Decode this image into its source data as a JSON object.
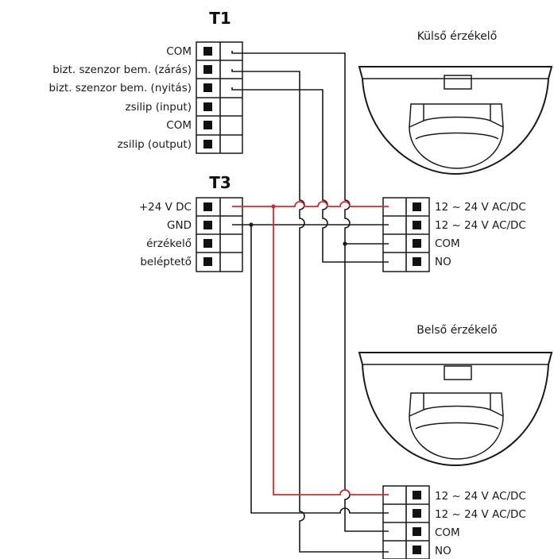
{
  "blocks": {
    "t1": {
      "title": "T1",
      "terminals": [
        "COM",
        "bizt. szenzor bem. (zárás)",
        "bizt. szenzor bem. (nyitás)",
        "zsilip (input)",
        "COM",
        "zsilip (output)"
      ]
    },
    "t3": {
      "title": "T3",
      "terminals": [
        "+24 V DC",
        "GND",
        "érzékelő",
        "beléptető"
      ]
    }
  },
  "sensors": {
    "outer": {
      "title": "Külső érzékelő",
      "terminals": [
        "12 ~ 24 V AC/DC",
        "12 ~ 24 V AC/DC",
        "COM",
        "NO"
      ]
    },
    "inner": {
      "title": "Belső érzékelő",
      "terminals": [
        "12 ~ 24 V AC/DC",
        "12 ~ 24 V AC/DC",
        "COM",
        "NO"
      ]
    }
  },
  "colors": {
    "power_wire": "#d42a2a",
    "wire": "#1a1a1a"
  }
}
